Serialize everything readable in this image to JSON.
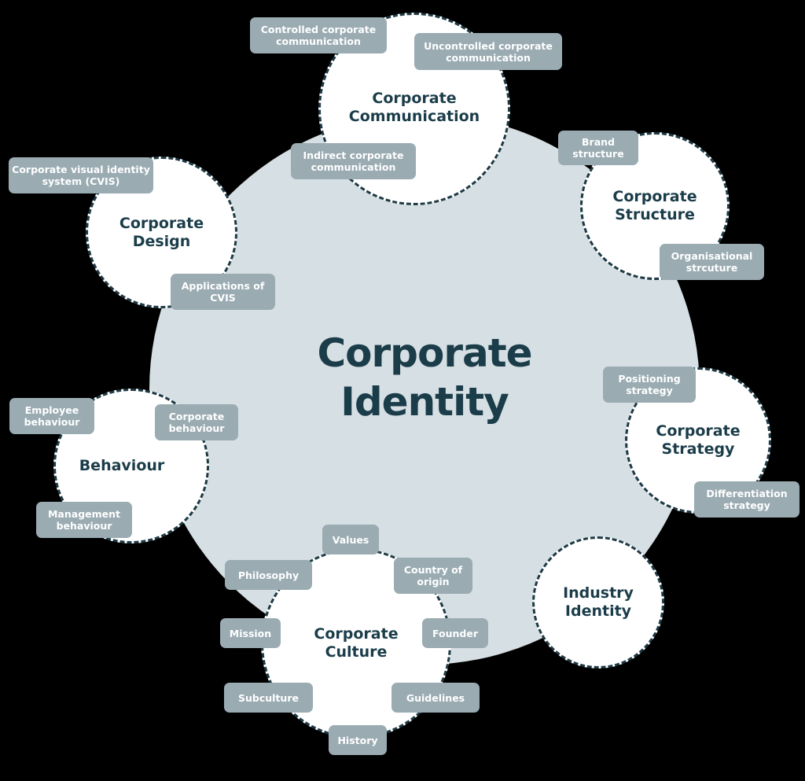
{
  "title": "Corporate Identity",
  "colors": {
    "background": "#000000",
    "core": "#d6dfe3",
    "node": "#ffffff",
    "border": "#1e3a45",
    "tag": "#9aabb2",
    "text": "#1b3d4a"
  },
  "nodes": {
    "communication": {
      "title": "Corporate Communication",
      "tags": [
        "Controlled corporate communication",
        "Uncontrolled corporate communication",
        "Indirect corporate communication"
      ]
    },
    "structure": {
      "title": "Corporate Structure",
      "tags": [
        "Brand structure",
        "Organisational strcuture"
      ]
    },
    "design": {
      "title": "Corporate Design",
      "tags": [
        "Corporate visual identity system (CVIS)",
        "Applications of CVIS"
      ]
    },
    "strategy": {
      "title": "Corporate Strategy",
      "tags": [
        "Positioning strategy",
        "Differentiation strategy"
      ]
    },
    "behaviour": {
      "title": "Behaviour",
      "tags": [
        "Employee behaviour",
        "Corporate behaviour",
        "Management behaviour"
      ]
    },
    "industry": {
      "title": "Industry Identity",
      "tags": []
    },
    "culture": {
      "title": "Corporate Culture",
      "tags": [
        "Values",
        "Philosophy",
        "Country of origin",
        "Mission",
        "Founder",
        "Subculture",
        "Guidelines",
        "History"
      ]
    }
  }
}
